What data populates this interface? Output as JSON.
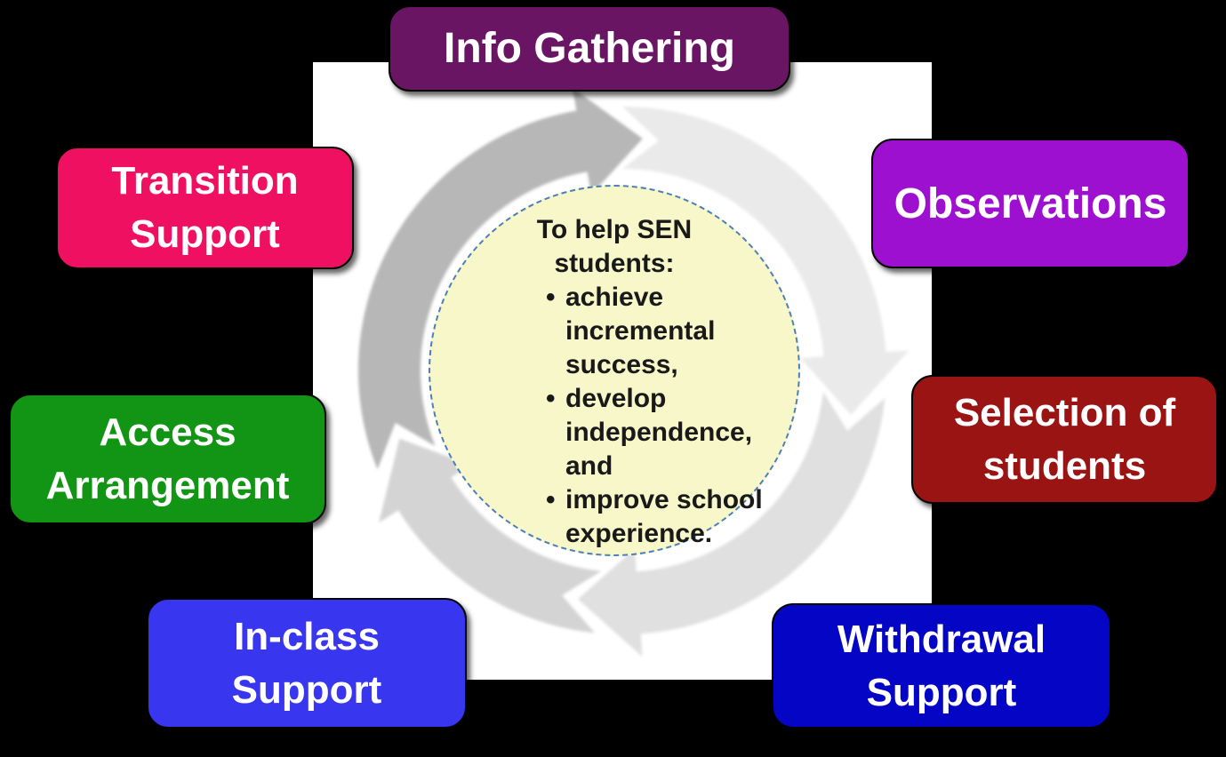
{
  "canvas": {
    "background": "#000000",
    "panel_color": "#ffffff"
  },
  "diagram": {
    "center": {
      "heading": "To help SEN students:",
      "bullets": [
        "achieve incremental success,",
        "develop independence, and",
        "improve school experience."
      ],
      "fill_color": "#f8f7c9",
      "border_color": "#4b7ebb",
      "text_color": "#191919"
    },
    "cycle": {
      "segment_colors": [
        "#b7b7b7",
        "#eaeaea",
        "#e0e0e0",
        "#d4d4d4"
      ]
    },
    "nodes": [
      {
        "id": "info-gathering",
        "label": "Info Gathering",
        "color": "#691563"
      },
      {
        "id": "transition-support",
        "label": "Transition Support",
        "color": "#f01061"
      },
      {
        "id": "observations",
        "label": "Observations",
        "color": "#9e10d0"
      },
      {
        "id": "access-arrangement",
        "label": "Access Arrangement",
        "color": "#129414"
      },
      {
        "id": "selection-of-students",
        "label": "Selection of students",
        "color": "#9a1414"
      },
      {
        "id": "in-class-support",
        "label": "In-class Support",
        "color": "#3936ef"
      },
      {
        "id": "withdrawal-support",
        "label": "Withdrawal Support",
        "color": "#0505c6"
      }
    ]
  }
}
